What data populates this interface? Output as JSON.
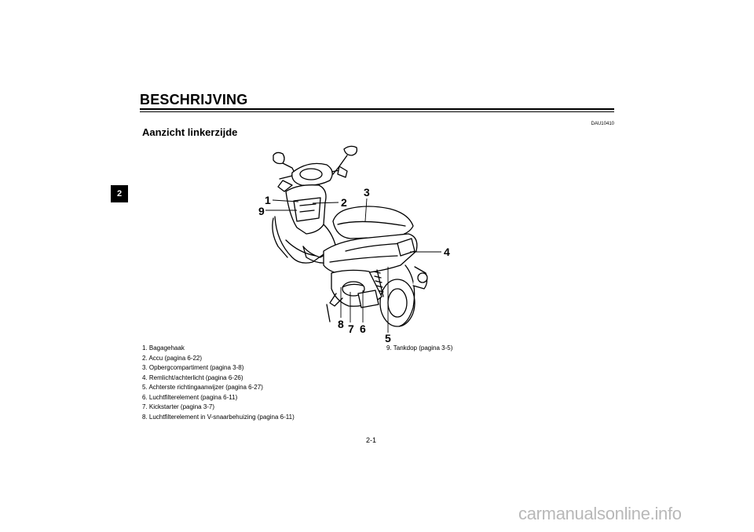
{
  "header": {
    "title": "BESCHRIJVING",
    "chapter_tab": "2",
    "doc_code": "DAU10410"
  },
  "section": {
    "subtitle": "Aanzicht linkerzijde"
  },
  "figure": {
    "callouts": [
      "1",
      "2",
      "3",
      "4",
      "5",
      "6",
      "7",
      "8",
      "9"
    ]
  },
  "legend": {
    "left": [
      "1. Bagagehaak",
      "2. Accu (pagina 6-22)",
      "3. Opbergcompartiment (pagina 3-8)",
      "4. Remlicht/achterlicht (pagina 6-26)",
      "5. Achterste richtingaanwijzer (pagina 6-27)",
      "6. Luchtfilterelement (pagina 6-11)",
      "7. Kickstarter (pagina 3-7)",
      "8. Luchtfilterelement in V-snaarbehuizing (pagina 6-11)"
    ],
    "right": [
      "9. Tankdop (pagina 3-5)"
    ]
  },
  "footer": {
    "page_number": "2-1",
    "watermark": "carmanualsonline.info"
  }
}
